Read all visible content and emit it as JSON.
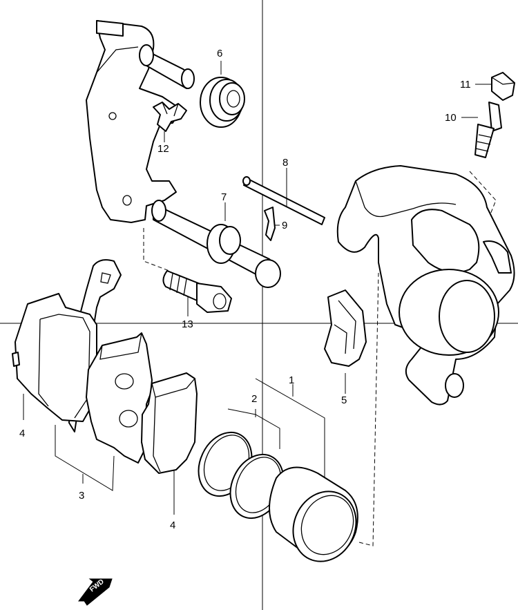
{
  "diagram": {
    "callouts": {
      "c1": "1",
      "c2": "2",
      "c3": "3",
      "c4a": "4",
      "c4b": "4",
      "c5": "5",
      "c6": "6",
      "c7": "7",
      "c8": "8",
      "c9": "9",
      "c10": "10",
      "c11": "11",
      "c12": "12",
      "c13": "13"
    },
    "fwd_label": "FWD"
  }
}
